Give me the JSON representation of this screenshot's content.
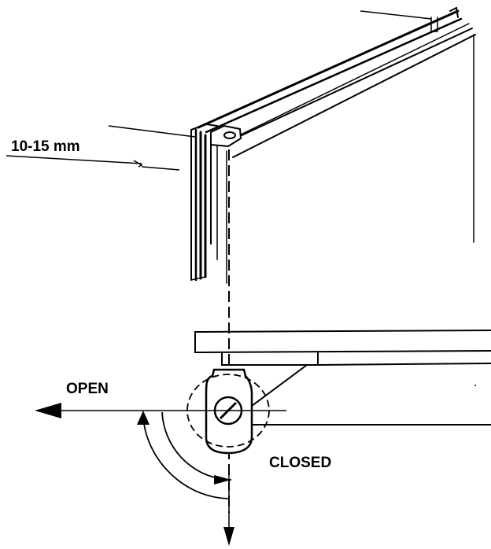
{
  "labels": {
    "dimension": "10-15 mm",
    "open": "OPEN",
    "closed": "CLOSED"
  },
  "colors": {
    "line": "#000000",
    "background": "#ffffff"
  }
}
